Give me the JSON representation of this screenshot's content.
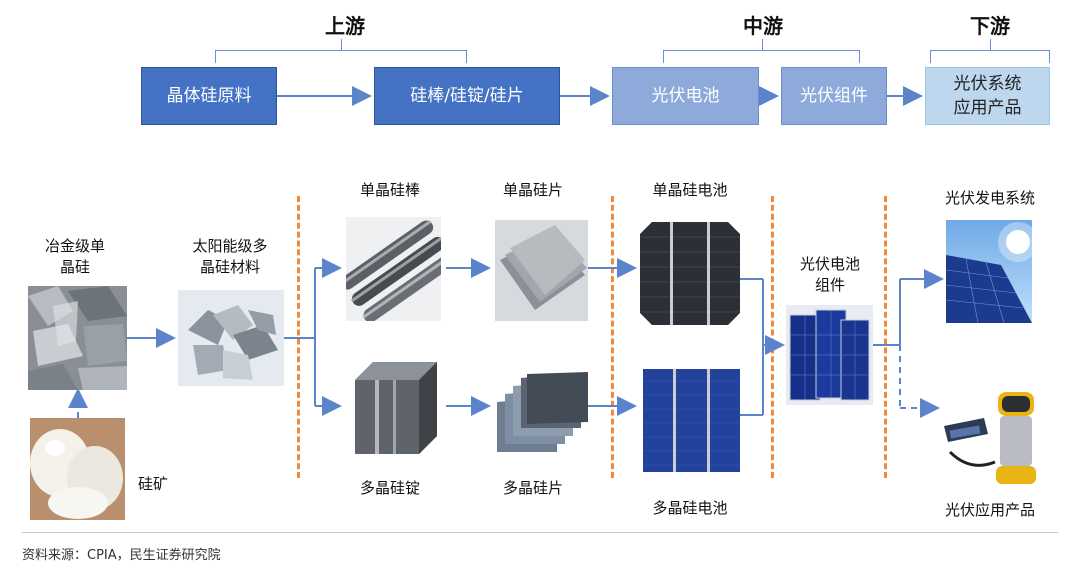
{
  "stages": {
    "upstream": "上游",
    "midstream": "中游",
    "downstream": "下游"
  },
  "flow": {
    "b1": "晶体硅原料",
    "b2": "硅棒/硅锭/硅片",
    "b3": "光伏电池",
    "b4": "光伏组件",
    "b5_line1": "光伏系统",
    "b5_line2": "应用产品"
  },
  "labels": {
    "metal_si_l1": "冶金级单",
    "metal_si_l2": "晶硅",
    "poly_material_l1": "太阳能级多",
    "poly_material_l2": "晶硅材料",
    "mono_rod": "单晶硅棒",
    "mono_wafer": "单晶硅片",
    "mono_cell": "单晶硅电池",
    "module_l1": "光伏电池",
    "module_l2": "组件",
    "pv_system": "光伏发电系统",
    "quartz": "硅矿",
    "multi_ingot": "多晶硅锭",
    "multi_wafer": "多晶硅片",
    "multi_cell": "多晶硅电池",
    "pv_products": "光伏应用产品"
  },
  "source": "资料来源：CPIA，民生证券研究院",
  "colors": {
    "dark_blue": "#4472c4",
    "mid_blue": "#8eaadb",
    "light_blue": "#bdd7ee",
    "arrow": "#5b83c9",
    "divider_orange": "#f08a3c"
  }
}
